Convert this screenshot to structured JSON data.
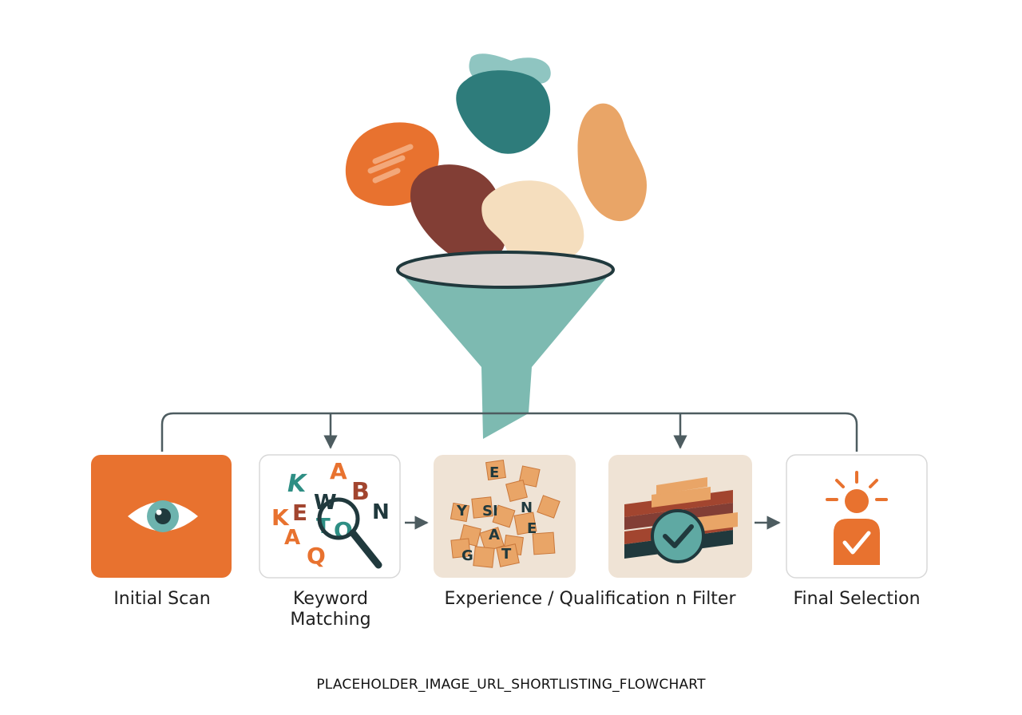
{
  "colors": {
    "orange": "#E8722F",
    "teal": "#2E7C7B",
    "light_teal": "#8FC5C1",
    "funnel": "#7DBAB1",
    "rust": "#A2452F",
    "dark_brown": "#823E35",
    "cream": "#F5DEBE",
    "peach": "#E9A567",
    "beige_tile": "#EFE3D5",
    "line": "#4D5C60",
    "dark_slate": "#20393D"
  },
  "steps": [
    {
      "label": "Initial Scan",
      "icon": "eye-icon"
    },
    {
      "label": "Keyword\nMatching",
      "icon": "magnifier-letters-icon"
    },
    {
      "label": "Experience / Qualification n Filter",
      "icon": "letter-blocks-icon"
    },
    {
      "label": "Final Selection",
      "icon": "person-check-icon"
    }
  ],
  "keyword_letters": [
    "K",
    "A",
    "W",
    "B",
    "K",
    "E",
    "T",
    "N",
    "A",
    "O",
    "Q"
  ],
  "block_letters": [
    "E",
    "Y",
    "SI",
    "N",
    "A",
    "E",
    "G",
    "T"
  ],
  "footer": "PLACEHOLDER_IMAGE_URL_SHORTLISTING_FLOWCHART"
}
